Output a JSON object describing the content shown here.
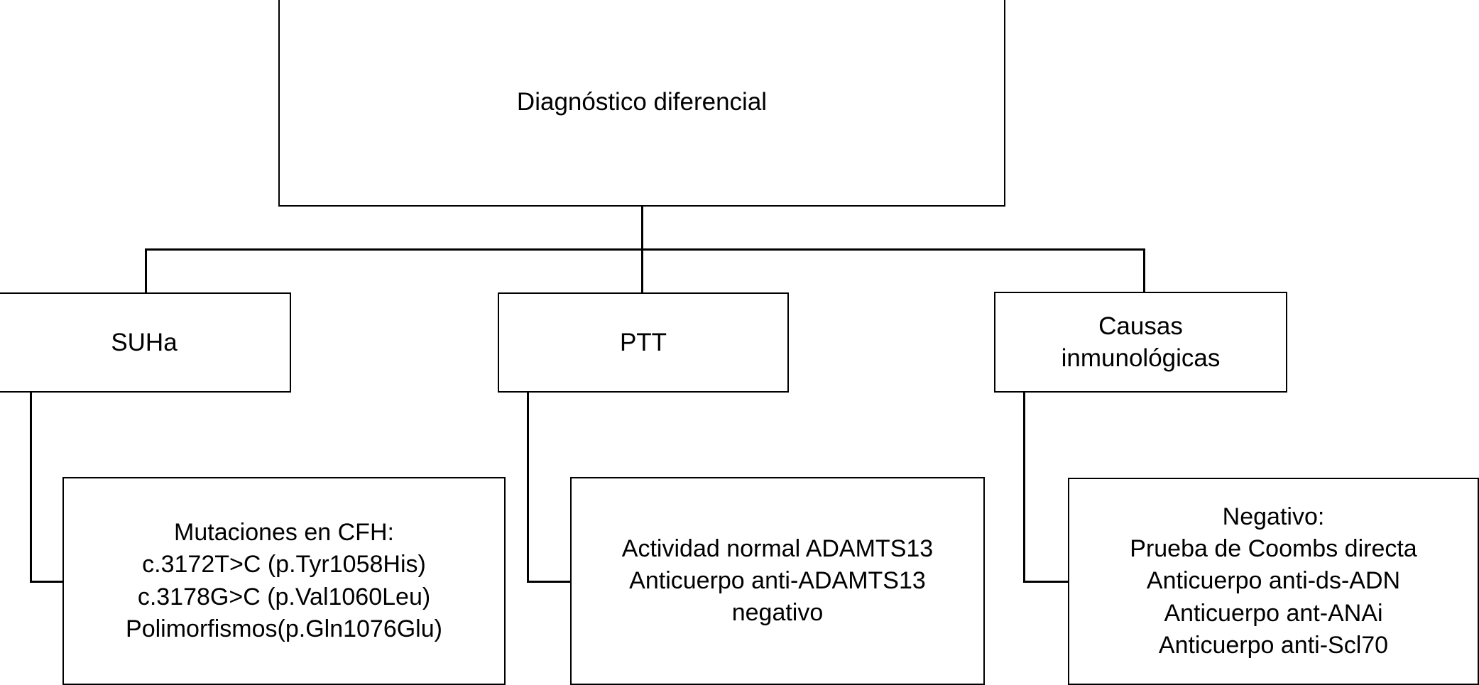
{
  "diagram": {
    "title": "Diagnóstico diferencial",
    "root": {
      "label": "Diagnóstico diferencial"
    },
    "branches": [
      {
        "label": "SUHa",
        "detail": "Mutaciones en CFH:\nc.3172T>C (p.Tyr1058His)\nc.3178G>C (p.Val1060Leu)\nPolimorfismos(p.Gln1076Glu)"
      },
      {
        "label": "PTT",
        "detail": "Actividad normal ADAMTS13\nAnticuerpo anti-ADAMTS13\nnegativo"
      },
      {
        "label": "Causas\ninmunológicas",
        "detail": "Negativo:\nPrueba de Coombs directa\nAnticuerpo anti-ds-ADN\nAnticuerpo ant-ANAi\nAnticuerpo anti-Scl70"
      }
    ],
    "colors": {
      "background": "#ffffff",
      "stroke": "#000000",
      "text": "#000000"
    }
  }
}
